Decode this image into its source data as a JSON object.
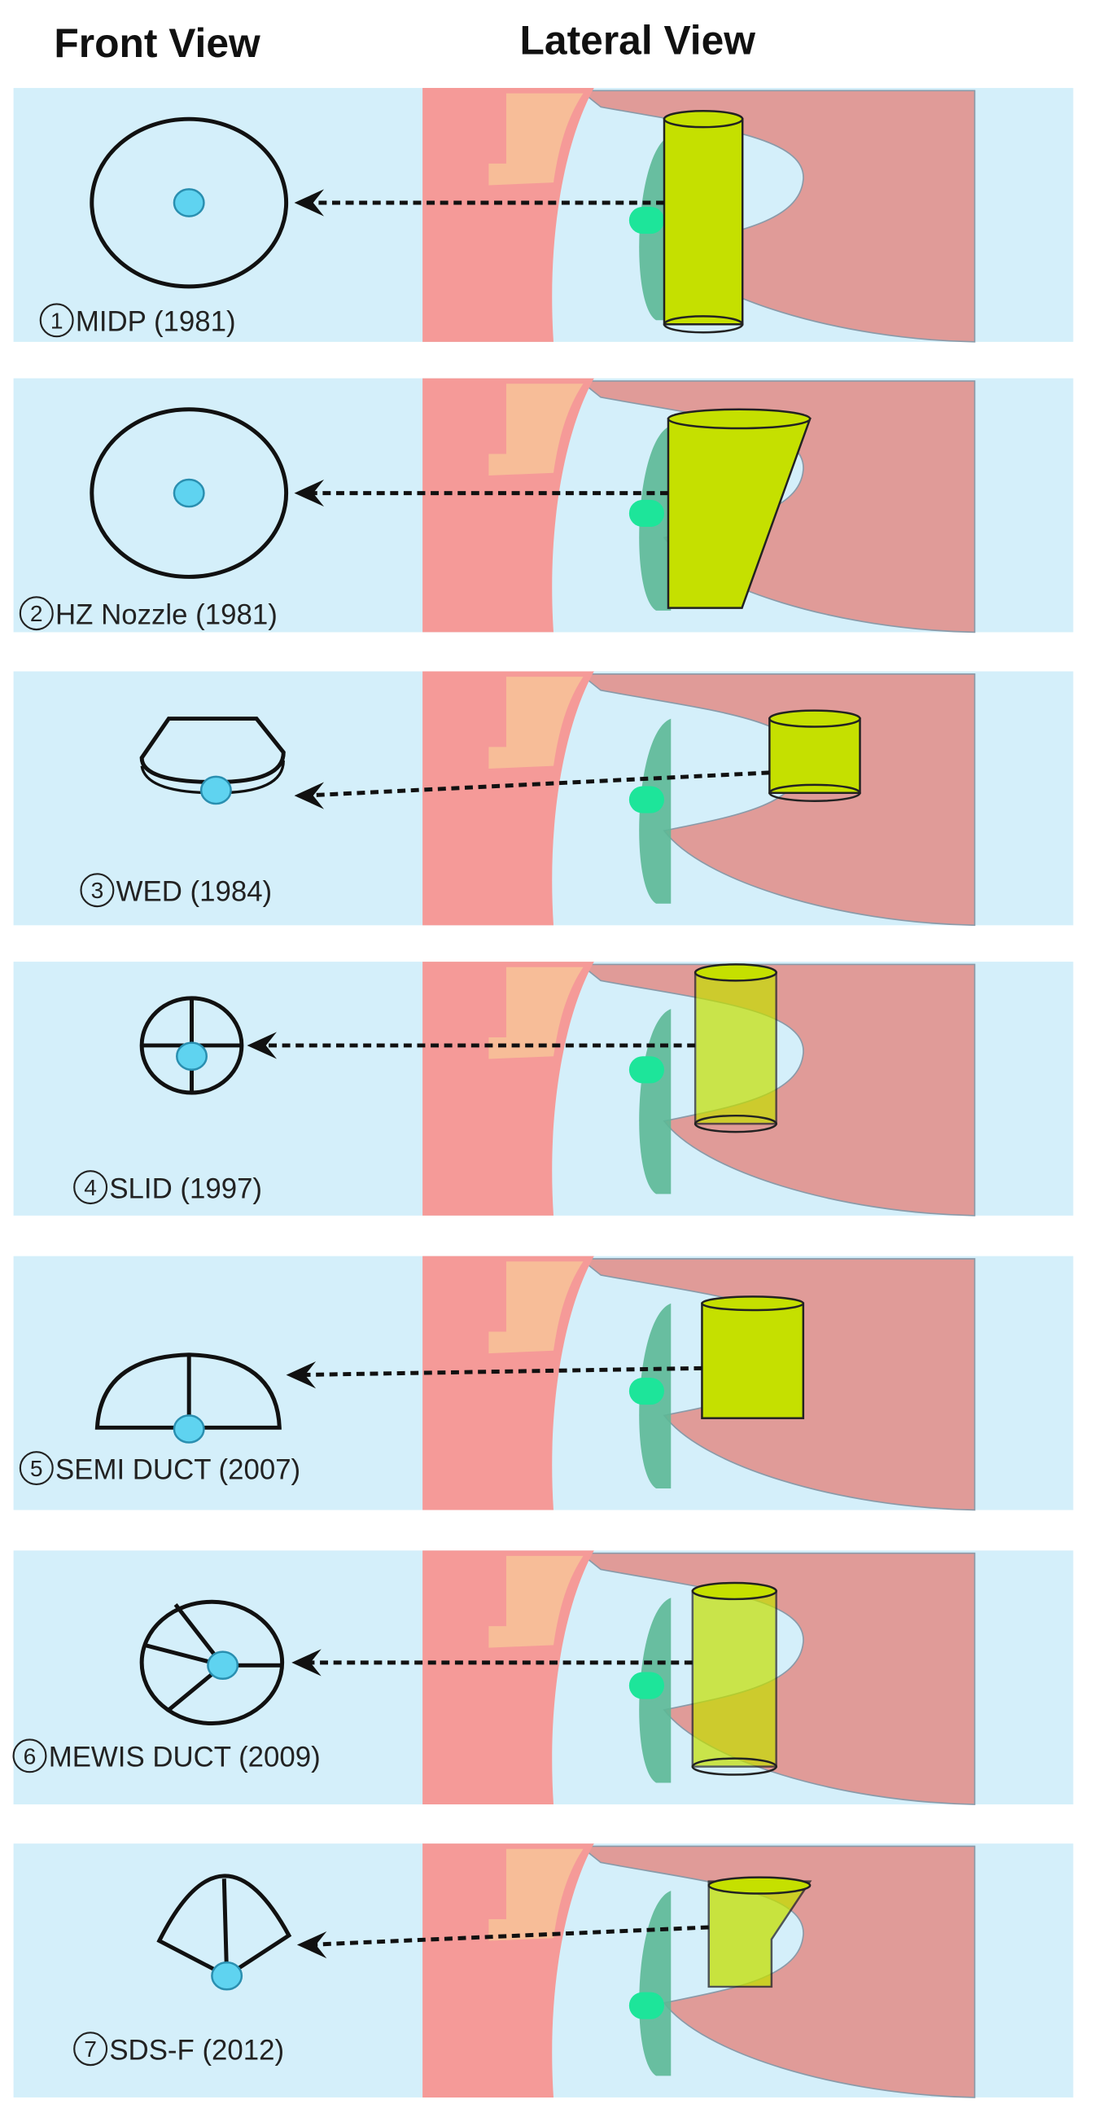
{
  "headers": {
    "front": "Front View",
    "lateral": "Lateral View"
  },
  "panels": [
    {
      "number": "1",
      "label": "MIDP (1981)"
    },
    {
      "number": "2",
      "label": "HZ Nozzle (1981)"
    },
    {
      "number": "3",
      "label": "WED (1984)"
    },
    {
      "number": "4",
      "label": "SLID (1997)"
    },
    {
      "number": "5",
      "label": "SEMI DUCT (2007)"
    },
    {
      "number": "6",
      "label": "MEWIS DUCT (2009)"
    },
    {
      "number": "7",
      "label": "SDS-F (2012)"
    }
  ],
  "colors": {
    "background": "#d4effa",
    "rudder_horn": "#f59a98",
    "skeg": "#f7bd98",
    "hull": "#e09b98",
    "propeller": "#5cb896",
    "propeller_hub": "#1de59a",
    "duct": "#c5e000",
    "front_hub": "#5fd3f0"
  }
}
